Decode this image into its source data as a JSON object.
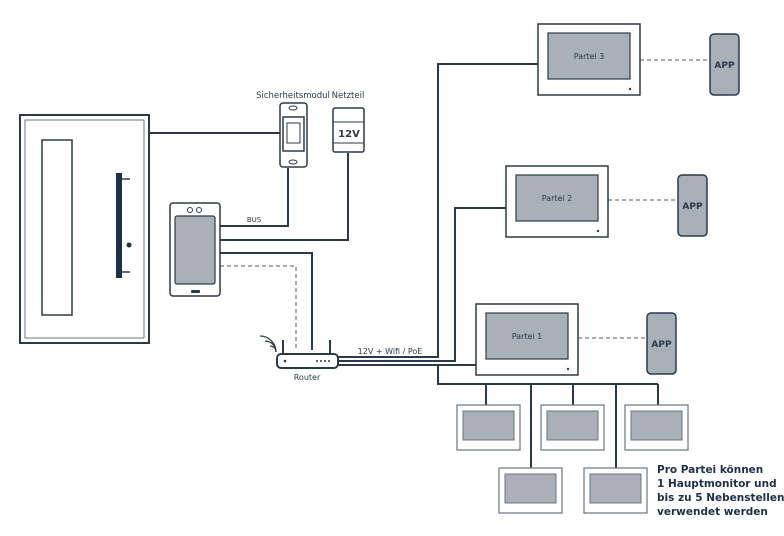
{
  "colors": {
    "line": "#2c3a48",
    "screen": "#aab0b8",
    "phone": "#a9afb7",
    "text": "#1e2f4a"
  },
  "labels": {
    "sicherheitsmodul": "Sicherheitsmodul",
    "netzteil": "Netzteil",
    "netzteil_voltage": "12V",
    "bus": "BUS",
    "router": "Router",
    "connection": "12V + Wifi / PoE"
  },
  "parties": [
    {
      "name": "Partei 3",
      "app": "APP"
    },
    {
      "name": "Partei 2",
      "app": "APP"
    },
    {
      "name": "Partei 1",
      "app": "APP"
    }
  ],
  "extension_monitors_count": 5,
  "note": {
    "lines": [
      "Pro Partei können",
      "1 Hauptmonitor und",
      "bis zu 5 Nebenstellen",
      "verwendet werden"
    ]
  }
}
